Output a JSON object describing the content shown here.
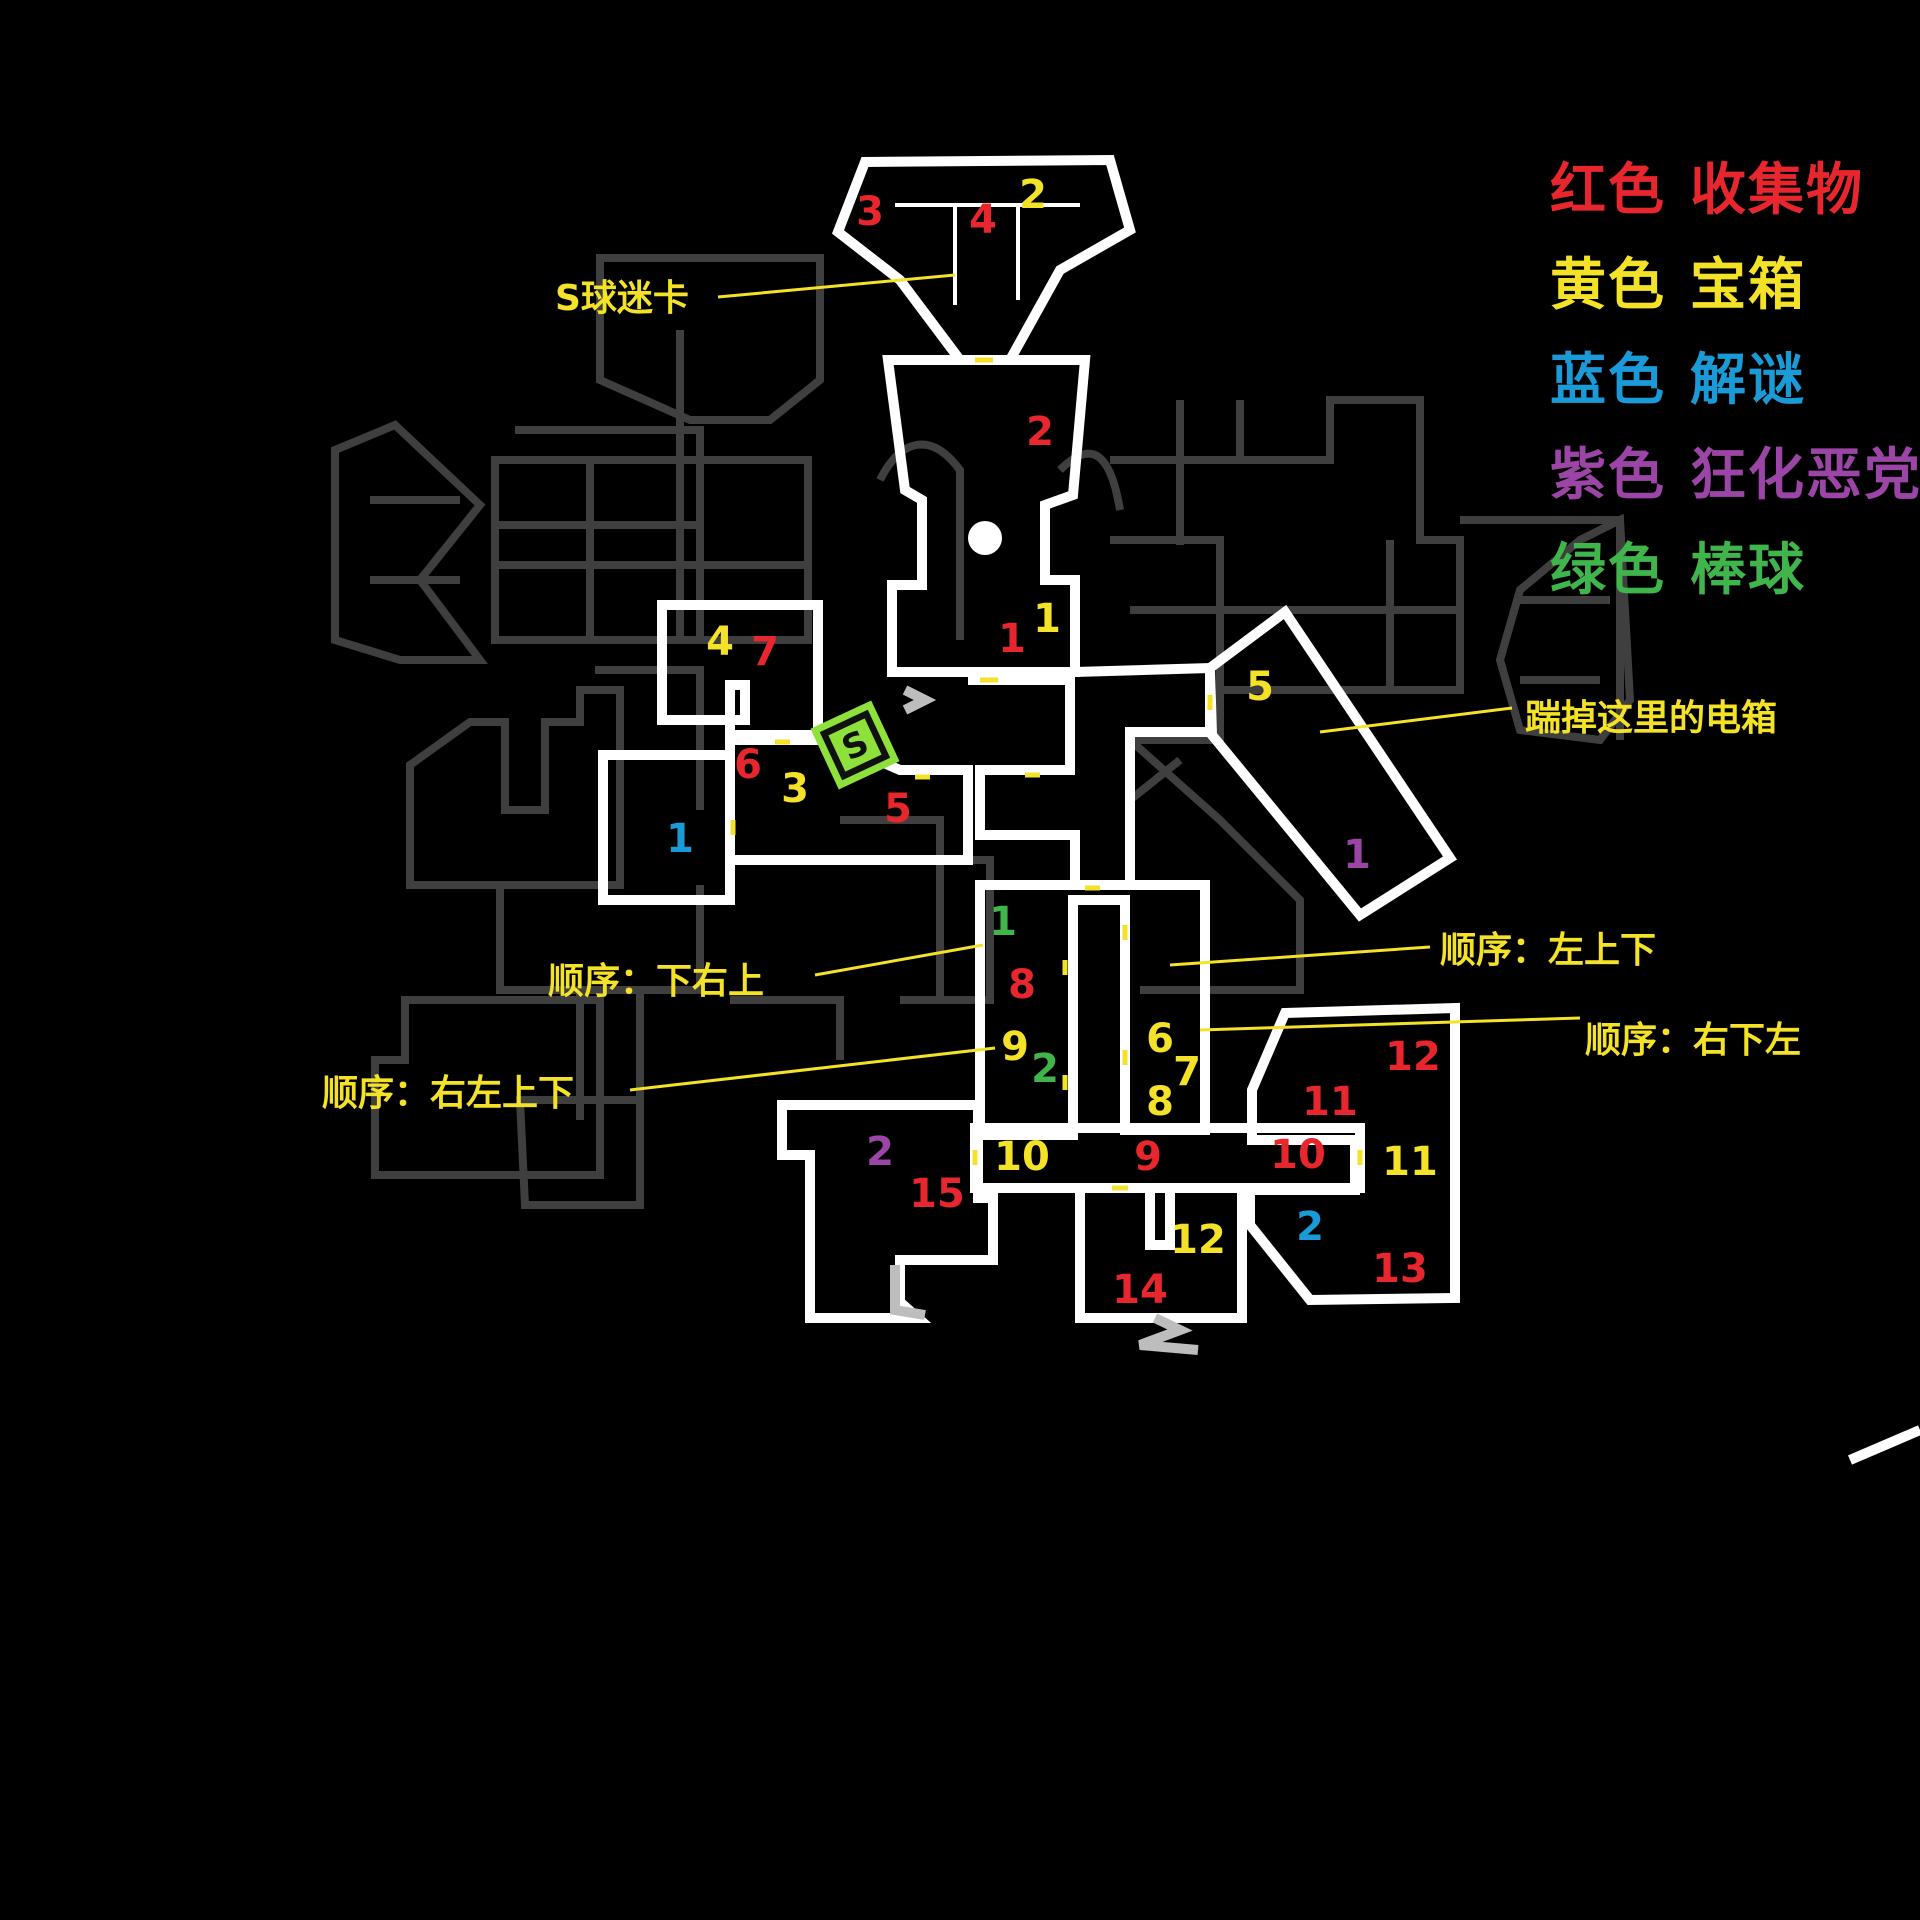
{
  "legend": [
    {
      "color_name": "红色",
      "category": "收集物",
      "color": "#e8262d"
    },
    {
      "color_name": "黄色",
      "category": "宝箱",
      "color": "#f3e227"
    },
    {
      "color_name": "蓝色",
      "category": "解谜",
      "color": "#1a9ad6"
    },
    {
      "color_name": "紫色",
      "category": "狂化恶党",
      "color": "#9b46a6"
    },
    {
      "color_name": "绿色",
      "category": "棒球",
      "color": "#3fb54b"
    }
  ],
  "annotations": {
    "s_ball_card": "S球迷卡",
    "kick_box": "踹掉这里的电箱",
    "order_down_right_up": "顺序：下右上",
    "order_left_up_down": "顺序：左上下",
    "order_right_down_left": "顺序：右下左",
    "order_right_left_up_down": "顺序：右左上下"
  },
  "save_point_label": "S",
  "markers": {
    "red": [
      "1",
      "2",
      "3",
      "4",
      "5",
      "6",
      "7",
      "8",
      "9",
      "10",
      "11",
      "12",
      "13",
      "14",
      "15"
    ],
    "yellow": [
      "1",
      "2",
      "3",
      "4",
      "5",
      "6",
      "7",
      "8",
      "9",
      "10",
      "11",
      "12"
    ],
    "blue": [
      "1",
      "2"
    ],
    "purple": [
      "1",
      "2"
    ],
    "green": [
      "1",
      "2"
    ]
  }
}
